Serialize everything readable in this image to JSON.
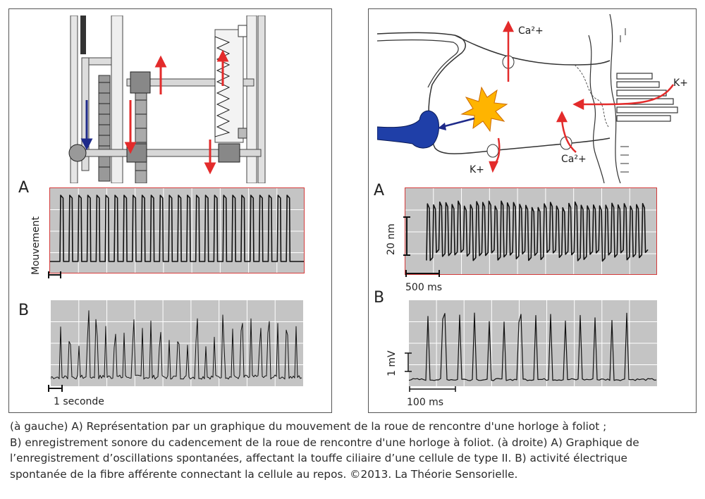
{
  "left": {
    "label_a": "A",
    "label_b": "B",
    "trace_a_ylabel": "Mouvement",
    "scale_label": "1 seconde",
    "trace_a_pulses": 26,
    "trace_b_pulses": 26
  },
  "right": {
    "label_a": "A",
    "label_b": "B",
    "ion_ca_top": "Ca²+",
    "ion_k_right": "K+",
    "ion_k_bottom": "K+",
    "ion_ca_bottom": "Ca²+",
    "trace_a_ylabel": "20 nm",
    "trace_a_scale": "500 ms",
    "trace_b_ylabel": "1 mV",
    "trace_b_scale": "100 ms",
    "trace_a_cycles": 36,
    "trace_b_pulses": 14
  },
  "caption": {
    "line1": "(à gauche) A) Représentation par un graphique du mouvement de la roue de rencontre d'une horloge à foliot ;",
    "line2": "B) enregistrement sonore du cadencement de la roue de rencontre d'une horloge à foliot. (à droite) A) Graphique de",
    "line3": "l’enregistrement d’oscillations spontanées, affectant la touffe ciliaire d’une cellule de type II. B) activité électrique",
    "line4": "spontanée de la fibre afférente connectant la cellule au repos. ©2013. La Théorie Sensorielle."
  },
  "colors": {
    "arrow_red": "#e32b2b",
    "arrow_blue": "#1e2a8a",
    "trace_bg": "#c4c4c4",
    "trace_border": "#d43a3a",
    "starburst": "#ffb400",
    "dendrite_blue": "#1f3fa8"
  }
}
